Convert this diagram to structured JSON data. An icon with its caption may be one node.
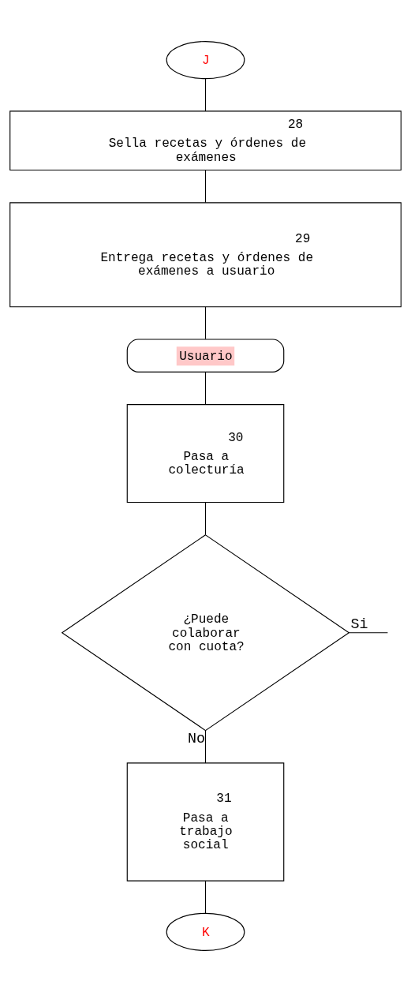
{
  "diagram": {
    "nodes": [
      {
        "text": [
          "J"
        ]
      },
      {
        "text": [
          "28",
          "Sella recetas y órdenes de exámenes"
        ]
      },
      {
        "text": [
          "29",
          "Entrega recetas y órdenes de exámenes a usuario"
        ]
      },
      {
        "text": [
          "Usuario"
        ]
      },
      {
        "text": [
          "30",
          "Pasa a colecturía"
        ]
      },
      {
        "text": [
          "¿Puede colaborar con cuota?"
        ]
      },
      {
        "text": [
          "31",
          "Pasa a trabajo social"
        ]
      },
      {
        "text": [
          "K"
        ]
      }
    ],
    "edges": [
      {
        "from": 0,
        "to": 1,
        "arrow": "none"
      },
      {
        "from": 1,
        "to": 2,
        "arrow": "none"
      },
      {
        "from": 2,
        "to": 3,
        "arrow": "none"
      },
      {
        "from": 3,
        "to": 4,
        "arrow": "none"
      },
      {
        "from": 4,
        "to": 5,
        "arrow": "none"
      },
      {
        "from": 5,
        "to": null,
        "arrow": "none",
        "label": "Si"
      },
      {
        "from": 5,
        "to": 6,
        "arrow": "none",
        "label": "No"
      },
      {
        "from": 6,
        "to": 7,
        "arrow": "none"
      }
    ]
  }
}
